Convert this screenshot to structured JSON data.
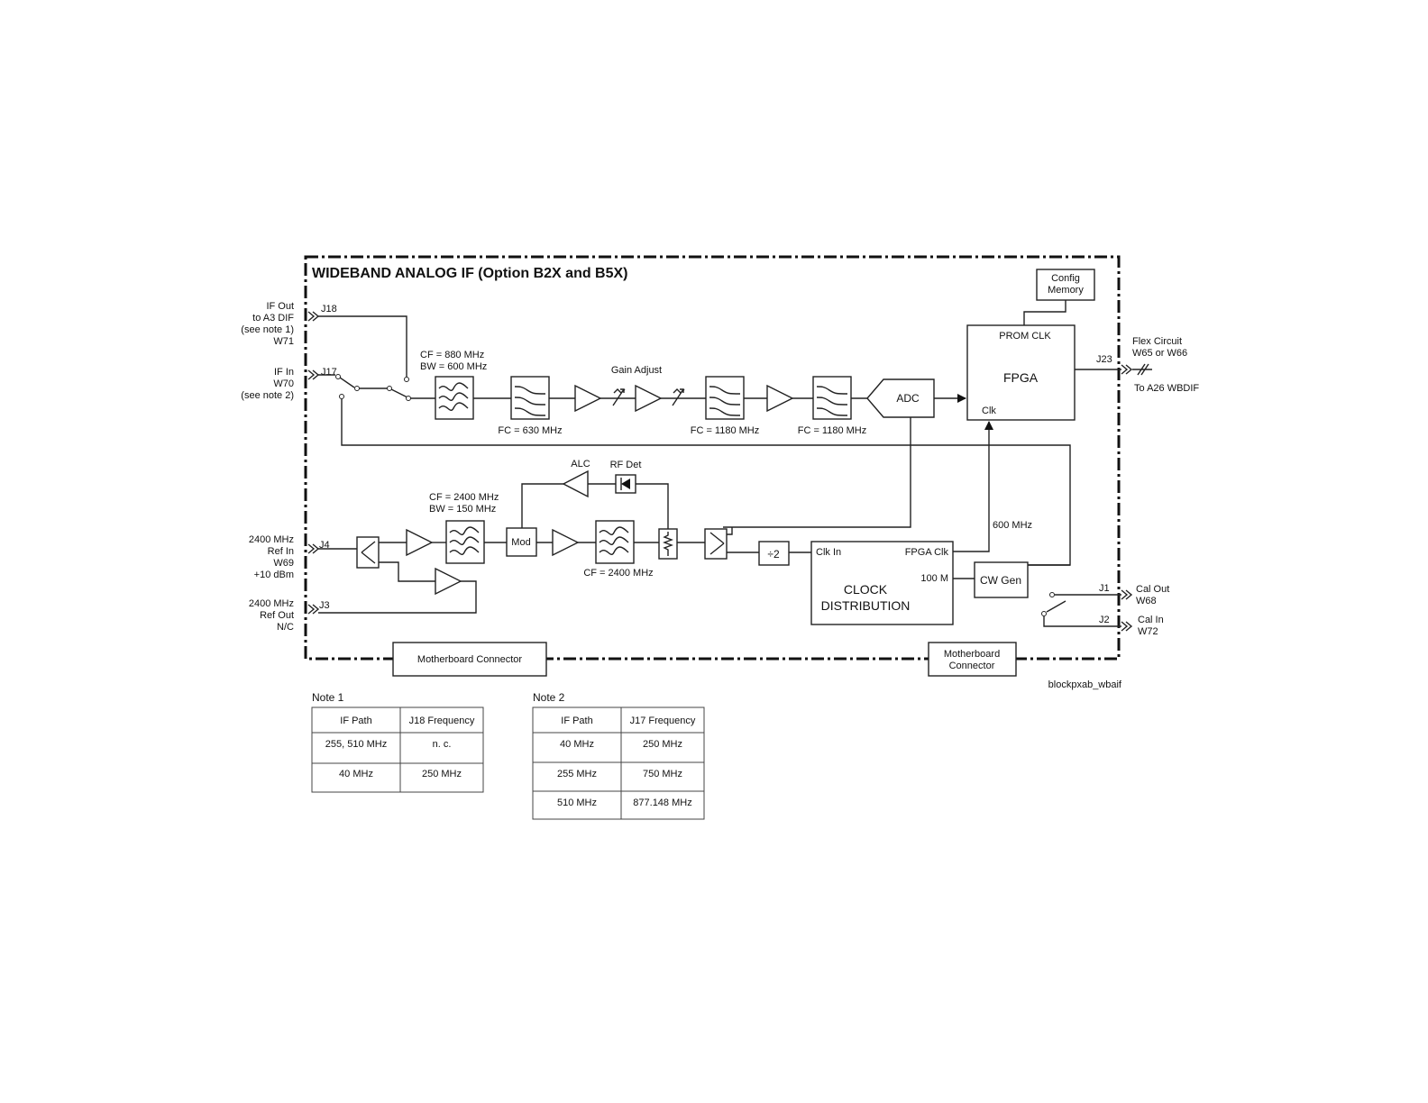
{
  "title": "WIDEBAND ANALOG IF (Option B2X and B5X)",
  "ports": {
    "if_out": [
      "IF Out",
      "to A3 DIF",
      "(see note 1)",
      "W71"
    ],
    "if_in": [
      "IF In",
      "W70",
      "(see note 2)"
    ],
    "ref_in": [
      "2400 MHz",
      "Ref In",
      "W69",
      "+10 dBm"
    ],
    "ref_out": [
      "2400 MHz",
      "Ref Out",
      "N/C"
    ],
    "flex": [
      "Flex Circuit",
      "W65 or W66"
    ],
    "to_wbdif": "To A26 WBDIF",
    "cal_out": [
      "Cal Out",
      "W68"
    ],
    "cal_in": [
      "Cal In",
      "W72"
    ]
  },
  "connectors": {
    "j18": "J18",
    "j17": "J17",
    "j4": "J4",
    "j3": "J3",
    "j23": "J23",
    "j1": "J1",
    "j2": "J2"
  },
  "labels": {
    "cf880": "CF = 880 MHz",
    "bw600": "BW = 600 MHz",
    "fc630": "FC = 630 MHz",
    "gain_adjust": "Gain Adjust",
    "fc1180a": "FC = 1180 MHz",
    "fc1180b": "FC = 1180 MHz",
    "adc": "ADC",
    "prom_clk": "PROM CLK",
    "fpga": "FPGA",
    "clk": "Clk",
    "config_memory": [
      "Config",
      "Memory"
    ],
    "alc": "ALC",
    "rf_det": "RF Det",
    "cf2400": "CF = 2400 MHz",
    "bw150": "BW = 150 MHz",
    "mod": "Mod",
    "cf2400b": "CF = 2400 MHz",
    "div2": "÷2",
    "clk_in": "Clk In",
    "fpga_clk": "FPGA Clk",
    "m100": "100 M",
    "clock_dist": [
      "CLOCK",
      "DISTRIBUTION"
    ],
    "cw_gen": "CW Gen",
    "mhz600": "600 MHz",
    "mb_conn1": "Motherboard Connector",
    "mb_conn2": [
      "Motherboard",
      "Connector"
    ],
    "file_id": "blockpxab_wbaif"
  },
  "note1": {
    "title": "Note 1",
    "headers": [
      "IF Path",
      "J18 Frequency"
    ],
    "rows": [
      [
        "255, 510 MHz",
        "n. c."
      ],
      [
        "40 MHz",
        "250 MHz"
      ]
    ]
  },
  "note2": {
    "title": "Note 2",
    "headers": [
      "IF Path",
      "J17 Frequency"
    ],
    "rows": [
      [
        "40 MHz",
        "250 MHz"
      ],
      [
        "255 MHz",
        "750 MHz"
      ],
      [
        "510 MHz",
        "877.148 MHz"
      ]
    ]
  }
}
